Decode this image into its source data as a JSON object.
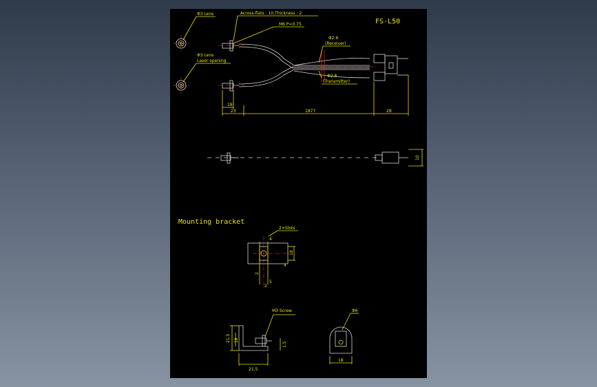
{
  "drawing": {
    "title": "FS-L50",
    "callouts": {
      "lens_top": "Φ3 Lens",
      "across_flats": "Across-flats : 10,Thickness : 2",
      "thread": "M6 P=0.75",
      "lens_bottom": "Φ3 Lens",
      "laser_opening": "Laser opening",
      "receiver_dia": "Φ2.6",
      "receiver": "(Receiver)",
      "transmitter_dia": "Φ2.8",
      "transmitter": "(Transmitter)"
    },
    "dims": {
      "d_18": "18",
      "d_23": "23",
      "d_1877": "1877",
      "d_28": "28",
      "d_side": "10"
    },
    "bracket": {
      "title": "Mounting bracket",
      "slots": "2×Slots",
      "dim_4a": "4",
      "dim_4b": "4",
      "dim_18": "18",
      "dim_2a": "2",
      "dim_5": "5",
      "dim_2b": "2",
      "screw": "M3 Screw",
      "dim_215": "21.5",
      "dim_18b": "18",
      "dim_15": "1.5",
      "dim_h215": "21.5",
      "dim_d6": "Φ6",
      "dim_w18": "18"
    }
  }
}
